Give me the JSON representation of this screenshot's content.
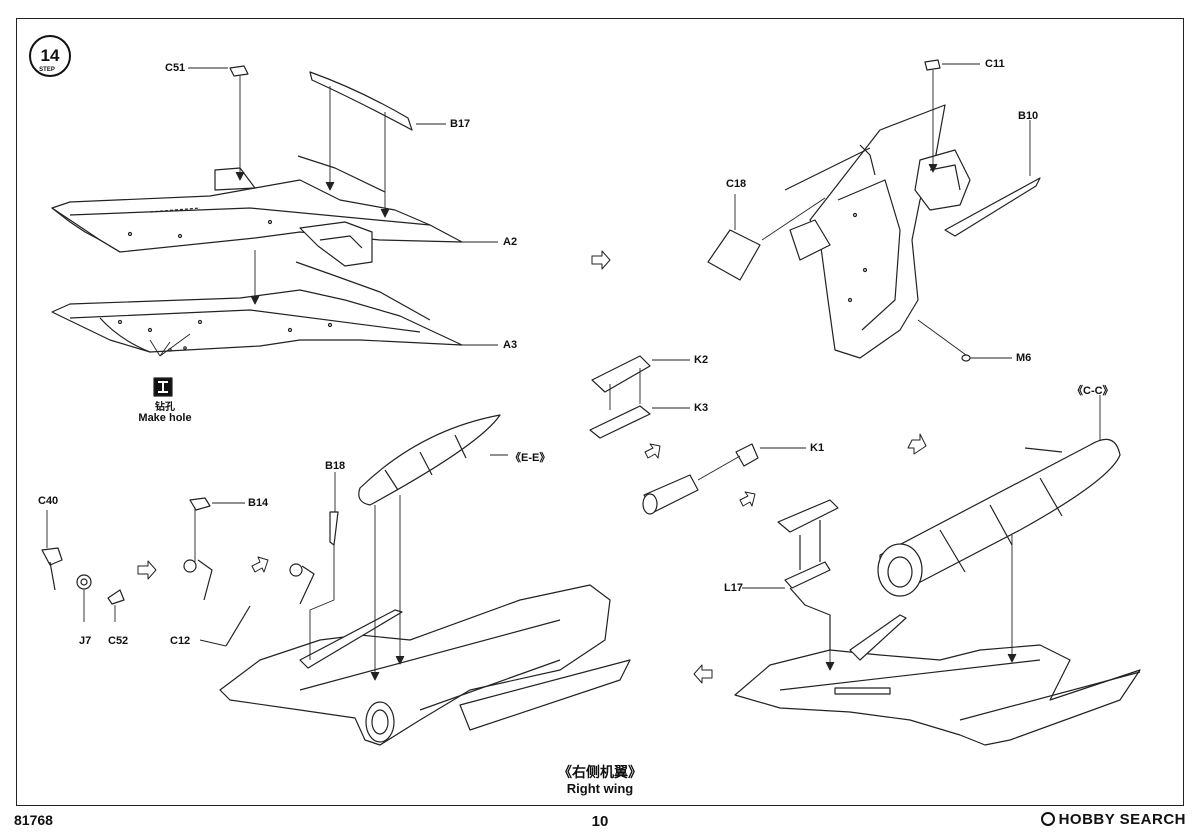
{
  "step": {
    "number": "14",
    "label": "STEP"
  },
  "labels": {
    "C51": "C51",
    "B17": "B17",
    "A2": "A2",
    "A3": "A3",
    "C11": "C11",
    "B10": "B10",
    "C18": "C18",
    "M6": "M6",
    "K2": "K2",
    "K3": "K3",
    "K1": "K1",
    "CC": "《C-C》",
    "EE": "《E-E》",
    "B18": "B18",
    "B14": "B14",
    "C40": "C40",
    "J7": "J7",
    "C52": "C52",
    "C12": "C12",
    "L17": "L17"
  },
  "make_hole": {
    "cn": "钻孔",
    "en": "Make hole"
  },
  "caption": {
    "cn": "《右侧机翼》",
    "en": "Right wing"
  },
  "footer": {
    "product_no": "81768",
    "page": "10",
    "watermark": "HOBBY SEARCH"
  }
}
